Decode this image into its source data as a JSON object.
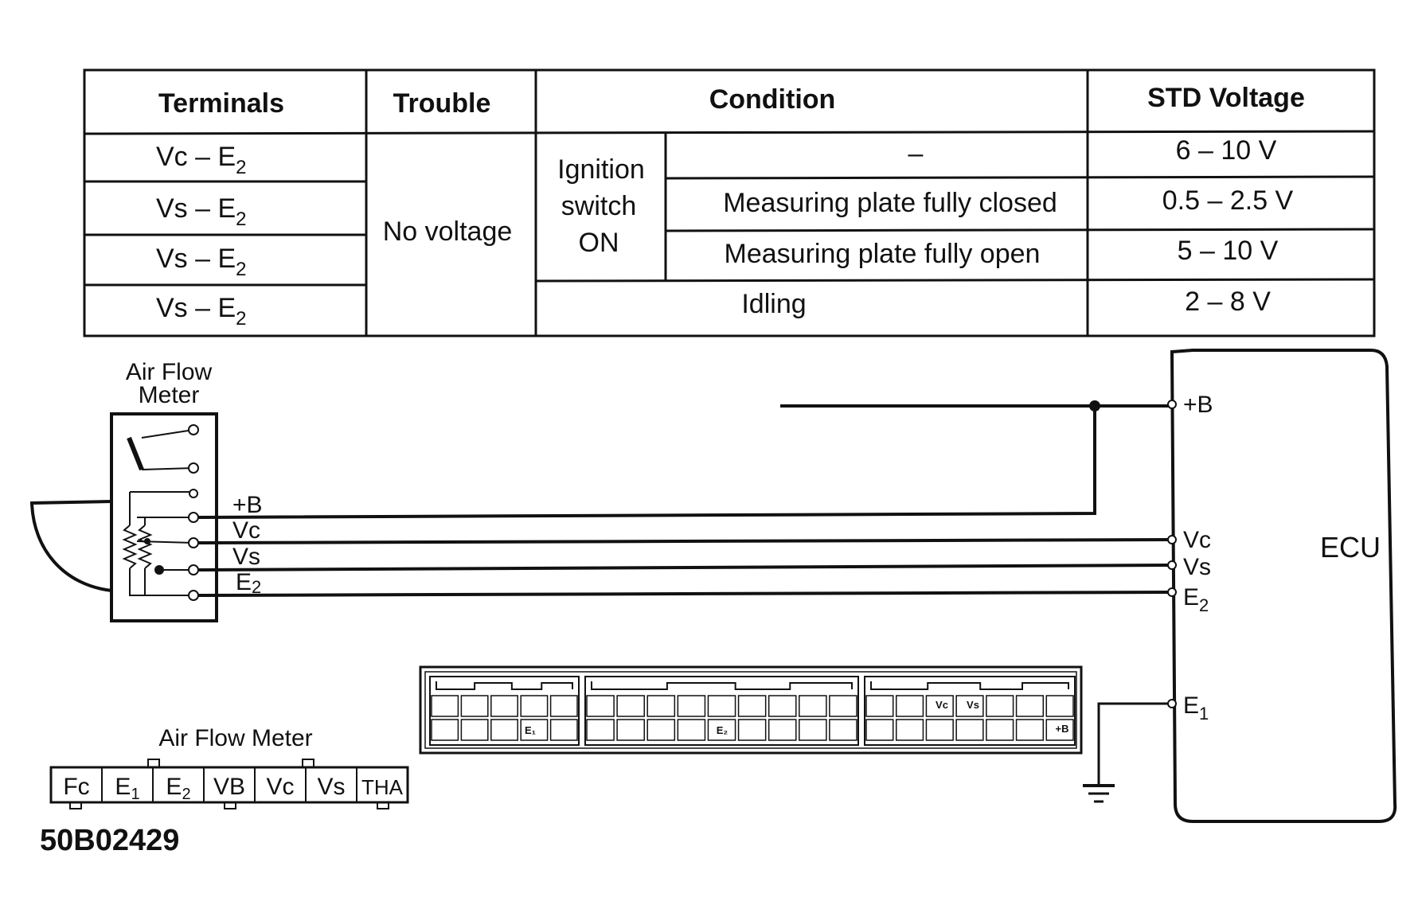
{
  "table": {
    "headers": {
      "terminals": "Terminals",
      "trouble": "Trouble",
      "condition": "Condition",
      "std_voltage": "STD Voltage"
    },
    "rows": [
      {
        "terminal": "Vc  –  E",
        "terminal_sub": "2",
        "sub_condition": "–",
        "voltage": "6 – 10 V"
      },
      {
        "terminal": "Vs  –  E",
        "terminal_sub": "2",
        "sub_condition": "Measuring plate fully closed",
        "voltage": "0.5 – 2.5 V"
      },
      {
        "terminal": "Vs  –  E",
        "terminal_sub": "2",
        "sub_condition": "Measuring plate fully open",
        "voltage": "5 – 10 V"
      },
      {
        "terminal": "Vs  –  E",
        "terminal_sub": "2",
        "sub_condition": "Idling",
        "voltage": "2 – 8 V"
      }
    ],
    "trouble": "No voltage",
    "condition_group": [
      "Ignition",
      "switch",
      "ON"
    ]
  },
  "afm": {
    "title_line1": "Air Flow",
    "title_line2": "Meter",
    "wire_labels": {
      "b": "+B",
      "vc": "Vc",
      "vs": "Vs",
      "e2": "E",
      "e2_sub": "2"
    }
  },
  "ecu": {
    "label": "ECU",
    "pins": {
      "b": "+B",
      "vc": "Vc",
      "vs": "Vs",
      "e2": "E",
      "e2_sub": "2",
      "e1": "E",
      "e1_sub": "1"
    }
  },
  "connector": {
    "e1": "E₁",
    "e2": "E₂",
    "vc": "Vc",
    "vs": "Vs",
    "b": "+B"
  },
  "afm_connector": {
    "title": "Air Flow Meter",
    "pins": [
      {
        "main": "Fc",
        "sub": ""
      },
      {
        "main": "E",
        "sub": "1"
      },
      {
        "main": "E",
        "sub": "2"
      },
      {
        "main": "VB",
        "sub": ""
      },
      {
        "main": "Vc",
        "sub": ""
      },
      {
        "main": "Vs",
        "sub": ""
      },
      {
        "main": "THA",
        "sub": ""
      }
    ]
  },
  "figure_code": "50B02429"
}
